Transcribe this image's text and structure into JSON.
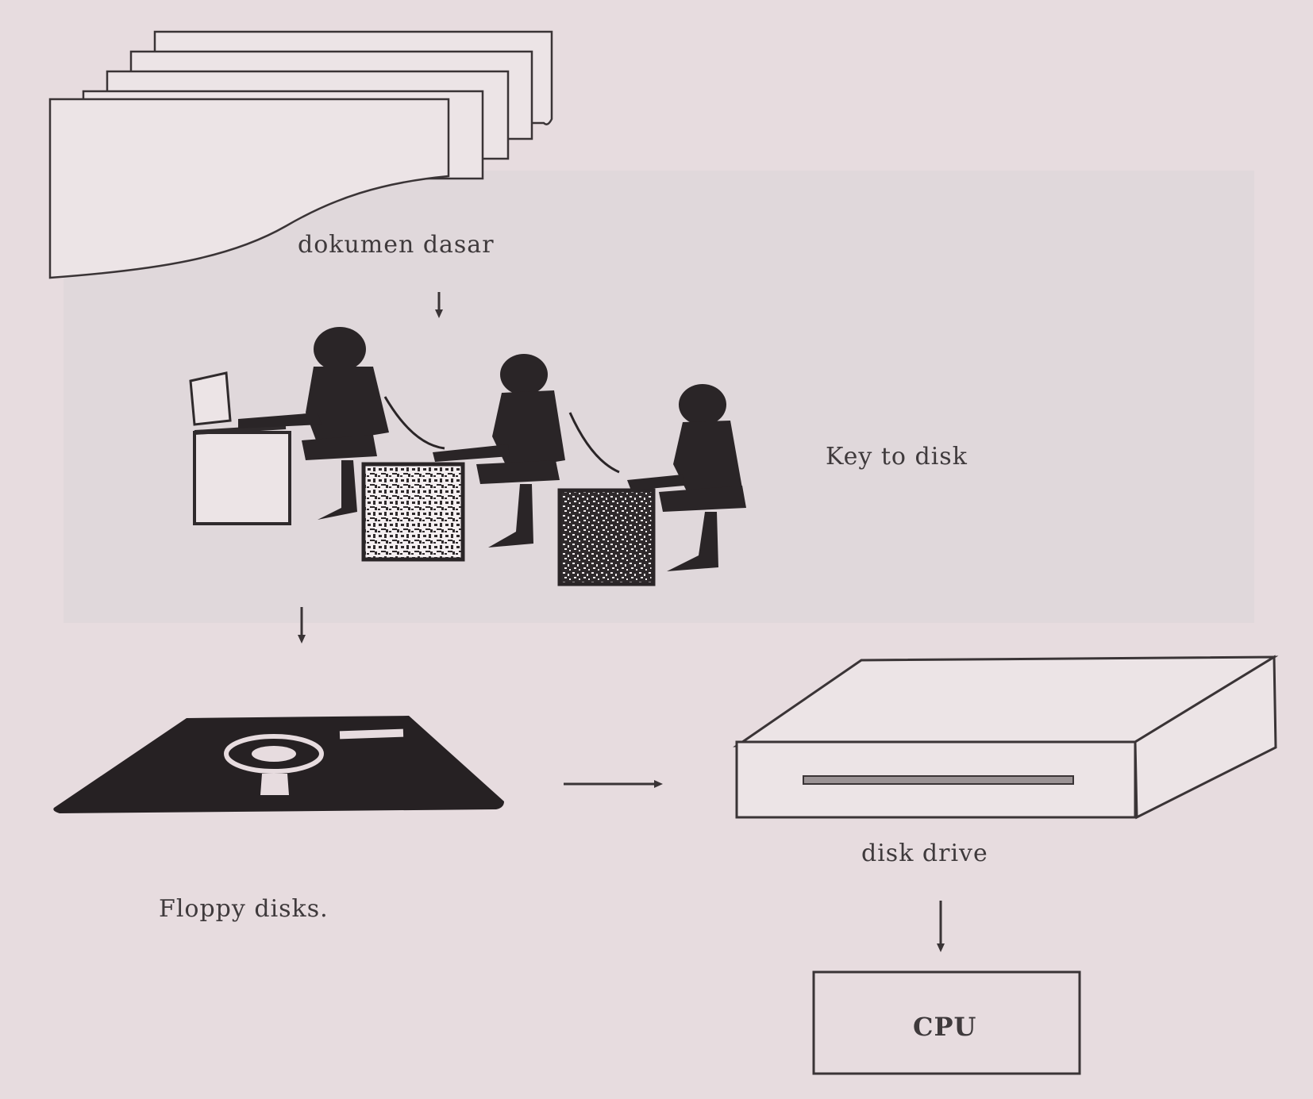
{
  "labels": {
    "documents": "dokumen dasar",
    "key_to_disk": "Key to disk",
    "floppy": "Floppy disks.",
    "disk_drive": "disk drive",
    "cpu": "CPU"
  },
  "colors": {
    "paper": "#e7dcdf",
    "ink": "#3a3436",
    "panel": "#ddd6d8"
  },
  "icons": {
    "documents": "document-stack-icon",
    "operators": "keypunch-operators-icon",
    "floppy": "floppy-disk-icon",
    "drive": "disk-drive-icon"
  }
}
